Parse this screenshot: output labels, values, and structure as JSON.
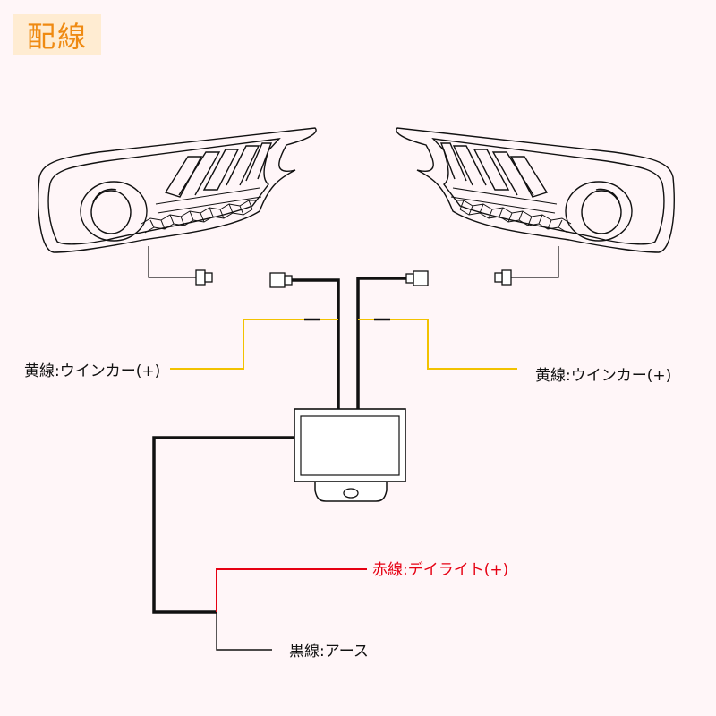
{
  "title": "配線",
  "labels": {
    "yellow_left": "黄線:ウインカー(+)",
    "yellow_right": "黄線:ウインカー(+)",
    "red": "赤線:デイライト(+)",
    "black": "黒線:アース"
  },
  "colors": {
    "title_text": "#ef8a12",
    "title_bg": "#ffecd2",
    "yellow_wire": "#f2c200",
    "red_wire": "#e60012",
    "black_wire": "#111111",
    "background": "#fff6f8"
  }
}
